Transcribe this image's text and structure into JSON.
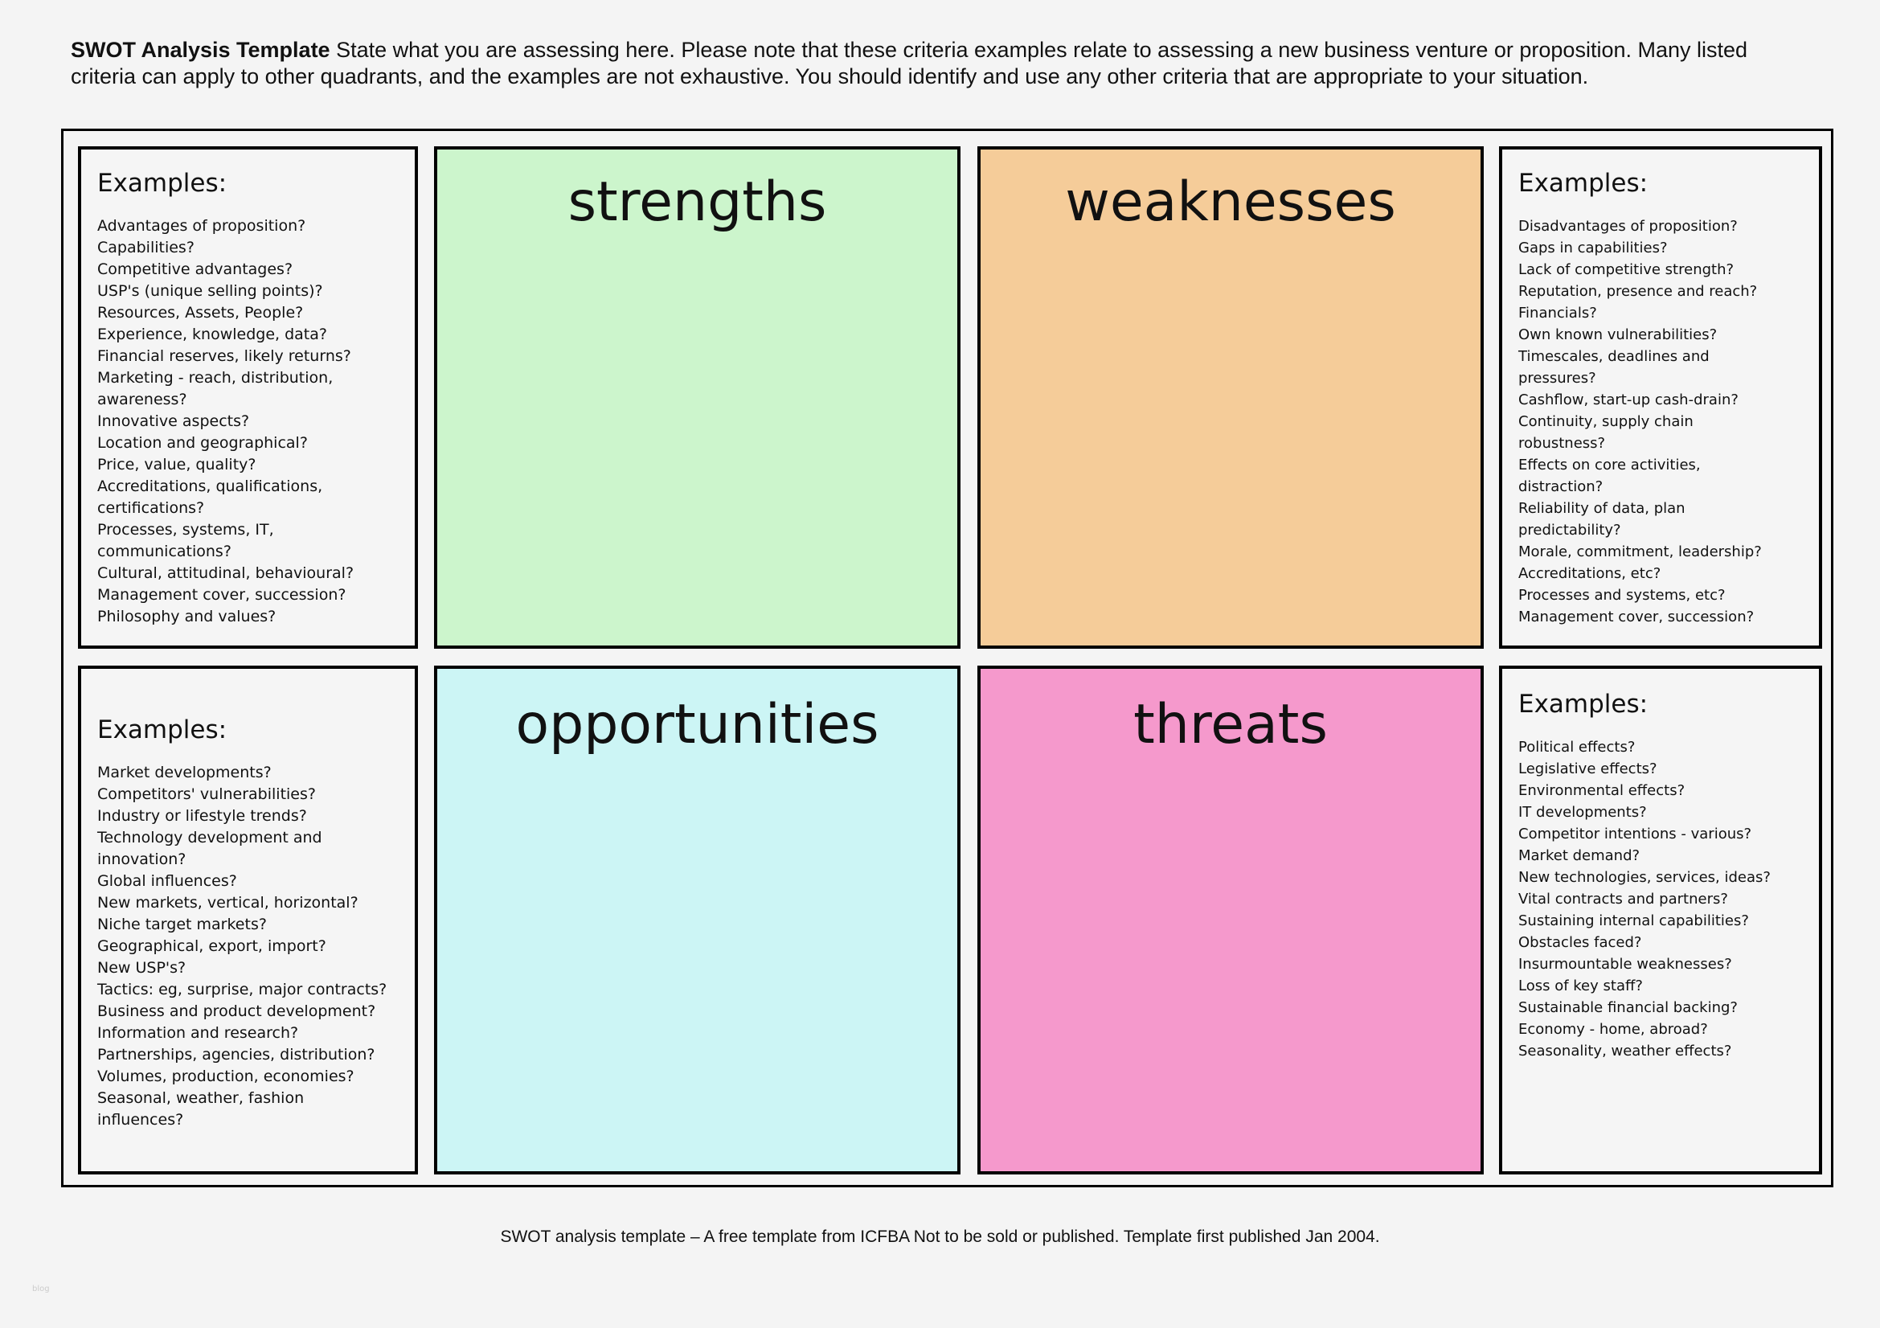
{
  "intro": {
    "title": "SWOT Analysis Template",
    "line1": " State what you are assessing here. Please note that these criteria examples relate to assessing a new business venture or proposition. Many listed",
    "line2": "criteria can apply to other quadrants, and the examples are not exhaustive. You should identify and use any other criteria that are appropriate to your situation."
  },
  "colors": {
    "strengths": "#ccf5cc",
    "weaknesses": "#f5cc99",
    "opportunities": "#ccf5f5",
    "threats": "#f599cc"
  },
  "quadrants": {
    "strengths": "strengths",
    "weaknesses": "weaknesses",
    "opportunities": "opportunities",
    "threats": "threats"
  },
  "examples": {
    "strengths": {
      "heading": "Examples:",
      "items": [
        "Advantages of proposition?",
        "Capabilities?",
        "Competitive advantages?",
        "USP's (unique selling points)?",
        "Resources, Assets, People?",
        "Experience, knowledge, data?",
        "Financial reserves, likely returns?",
        "Marketing -  reach, distribution,",
        "awareness?",
        "Innovative aspects?",
        "Location and geographical?",
        "Price, value, quality?",
        "Accreditations, qualifications,",
        "certifications?",
        "Processes, systems, IT,",
        "communications?",
        "Cultural, attitudinal, behavioural?",
        "Management cover, succession?",
        "Philosophy and values?"
      ]
    },
    "weaknesses": {
      "heading": "Examples:",
      "items": [
        "Disadvantages of proposition?",
        "Gaps in capabilities?",
        "Lack of competitive strength?",
        "Reputation, presence and reach?",
        "Financials?",
        "Own known vulnerabilities?",
        "Timescales, deadlines and",
        "pressures?",
        "Cashflow, start-up cash-drain?",
        "Continuity, supply chain",
        "robustness?",
        "Effects on core activities,",
        "distraction?",
        "Reliability of data, plan",
        "predictability?",
        "Morale, commitment, leadership?",
        "Accreditations, etc?",
        "Processes and systems, etc?",
        "Management cover, succession?"
      ]
    },
    "opportunities": {
      "heading": "Examples:",
      "items": [
        "Market developments?",
        "Competitors' vulnerabilities?",
        "Industry or lifestyle trends?",
        "Technology development and",
        "innovation?",
        "Global influences?",
        "New markets, vertical, horizontal?",
        "Niche target markets?",
        "Geographical, export, import?",
        "New USP's?",
        "Tactics: eg, surprise, major contracts?",
        "Business and product development?",
        "Information and research?",
        "Partnerships, agencies, distribution?",
        "Volumes, production, economies?",
        "Seasonal, weather, fashion",
        "influences?"
      ]
    },
    "threats": {
      "heading": "Examples:",
      "items": [
        "Political effects?",
        "Legislative effects?",
        "Environmental effects?",
        "IT developments?",
        "Competitor intentions - various?",
        "Market demand?",
        "New technologies, services, ideas?",
        "Vital contracts and partners?",
        "Sustaining internal capabilities?",
        "Obstacles faced?",
        "Insurmountable weaknesses?",
        "Loss of key staff?",
        "Sustainable financial backing?",
        "Economy - home, abroad?",
        "Seasonality, weather effects?"
      ]
    }
  },
  "footer": "SWOT analysis template – A free template from ICFBA  Not to be sold or published. Template first published Jan 2004.",
  "watermark": "blog"
}
